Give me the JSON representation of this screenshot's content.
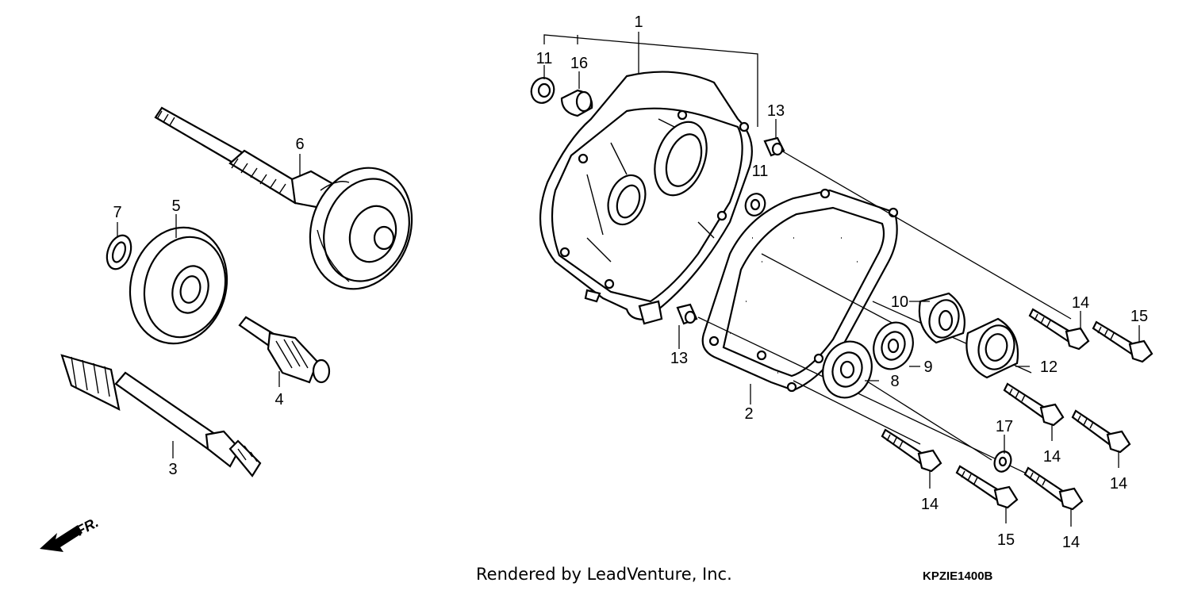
{
  "diagram": {
    "callouts": [
      {
        "id": "c1",
        "label": "1"
      },
      {
        "id": "c2",
        "label": "2"
      },
      {
        "id": "c3",
        "label": "3"
      },
      {
        "id": "c4",
        "label": "4"
      },
      {
        "id": "c5",
        "label": "5"
      },
      {
        "id": "c6",
        "label": "6"
      },
      {
        "id": "c7",
        "label": "7"
      },
      {
        "id": "c8",
        "label": "8"
      },
      {
        "id": "c9",
        "label": "9"
      },
      {
        "id": "c10",
        "label": "10"
      },
      {
        "id": "c11a",
        "label": "11"
      },
      {
        "id": "c11b",
        "label": "11"
      },
      {
        "id": "c12",
        "label": "12"
      },
      {
        "id": "c13a",
        "label": "13"
      },
      {
        "id": "c13b",
        "label": "13"
      },
      {
        "id": "c14a",
        "label": "14"
      },
      {
        "id": "c14b",
        "label": "14"
      },
      {
        "id": "c14c",
        "label": "14"
      },
      {
        "id": "c14d",
        "label": "14"
      },
      {
        "id": "c14e",
        "label": "14"
      },
      {
        "id": "c15a",
        "label": "15"
      },
      {
        "id": "c15b",
        "label": "15"
      },
      {
        "id": "c16",
        "label": "16"
      },
      {
        "id": "c17",
        "label": "17"
      }
    ],
    "direction_label": "FR.",
    "credit": "Rendered by LeadVenture, Inc.",
    "diagram_code": "KPZIE1400B"
  }
}
